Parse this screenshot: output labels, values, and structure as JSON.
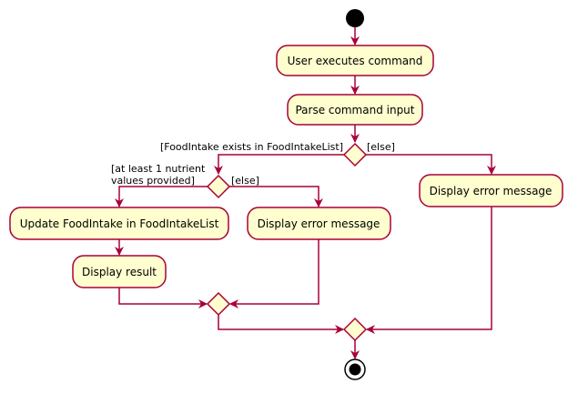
{
  "colors": {
    "node_fill": "#FEFECE",
    "edge": "#A80036",
    "text": "#000000",
    "start_end": "#000000"
  },
  "activities": {
    "user_executes": "User executes command",
    "parse_input": "Parse command input",
    "update_intake": "Update FoodIntake in FoodIntakeList",
    "display_result": "Display result",
    "display_error_inner": "Display error message",
    "display_error_outer": "Display error message"
  },
  "guards": {
    "exists_in_list": "[FoodIntake exists in FoodIntakeList]",
    "outer_else": "[else]",
    "nutrient_line1": "[at least 1 nutrient",
    "nutrient_line2": "values provided]",
    "inner_else": "[else]"
  },
  "icons": {
    "start": "start-node-icon",
    "end": "end-node-icon",
    "decision": "decision-diamond-icon",
    "merge": "merge-diamond-icon"
  }
}
